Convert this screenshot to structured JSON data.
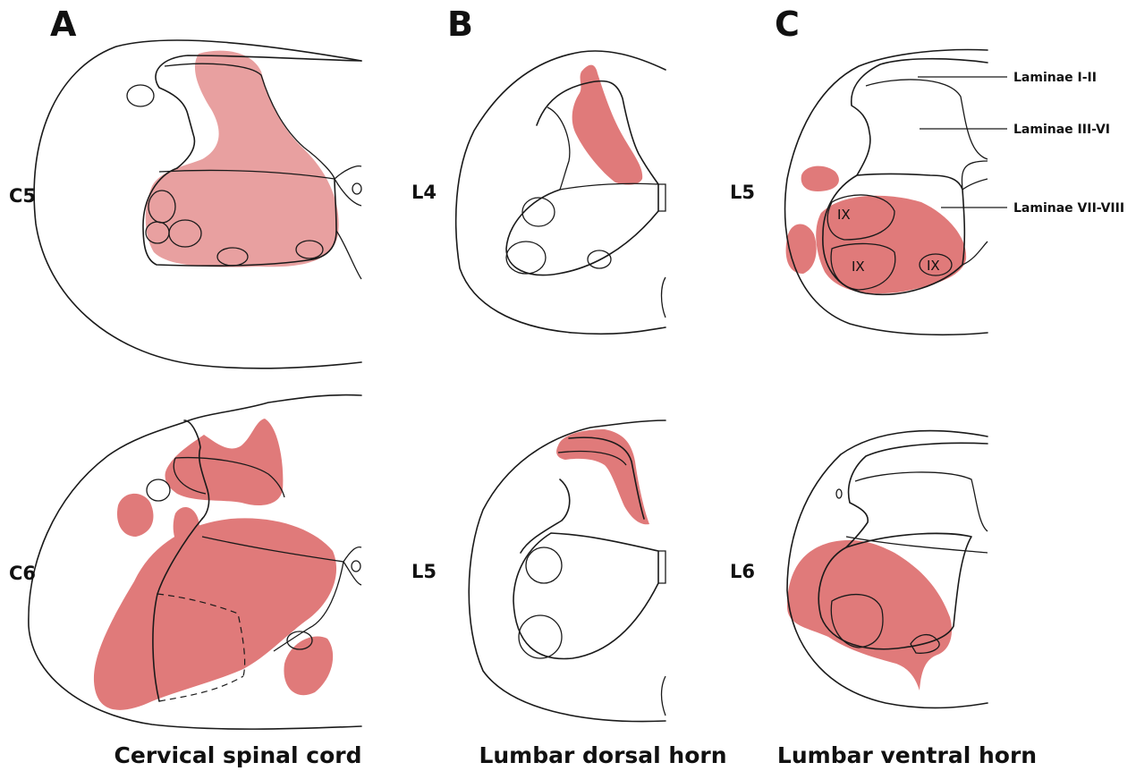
{
  "panels": [
    {
      "letter": "A",
      "caption": "Cervical spinal cord",
      "sections": [
        "C5",
        "C6"
      ]
    },
    {
      "letter": "B",
      "caption": "Lumbar dorsal horn",
      "sections": [
        "L4",
        "L5"
      ]
    },
    {
      "letter": "C",
      "caption": "Lumbar ventral horn",
      "sections": [
        "L5",
        "L6"
      ]
    }
  ],
  "laminae": [
    "Laminae I-II",
    "Laminae III-VI",
    "Laminae VII-VIII"
  ],
  "motor_pool_label": "IX",
  "colors": {
    "highlight": "#e07a7a",
    "highlight_light": "#e8a0a0",
    "outline": "#1a1a1a"
  }
}
